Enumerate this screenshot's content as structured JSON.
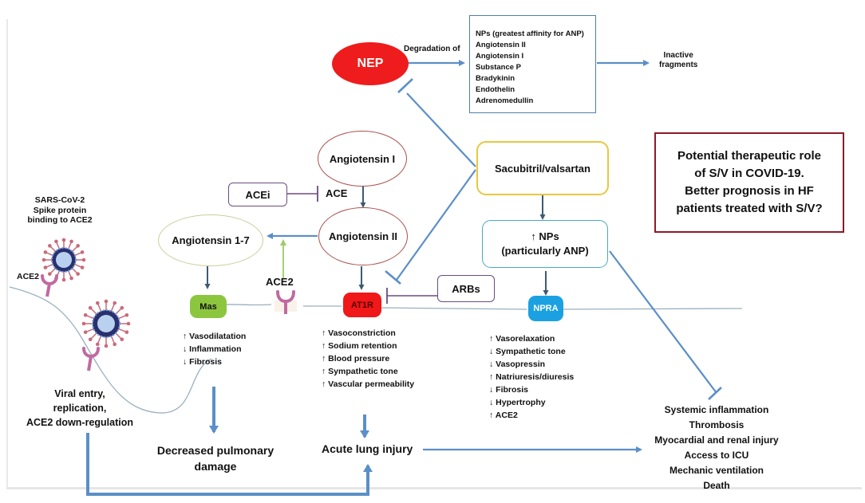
{
  "nep": {
    "label": "NEP",
    "action": "Degradation of",
    "substrates": [
      "NPs (greatest affinity for ANP)",
      "Angiotensin II",
      "Angiotensin I",
      "Substance P",
      "Bradykinin",
      "Endothelin",
      "Adrenomedullin"
    ],
    "product": [
      "Inactive",
      "fragments"
    ]
  },
  "raas": {
    "angiotensin_1": "Angiotensin I",
    "angiotensin_2": "Angiotensin II",
    "angiotensin_1_7": "Angiotensin 1-7",
    "ace": "ACE",
    "acei": "ACEi",
    "ace2": "ACE2",
    "arbs": "ARBs"
  },
  "drug": {
    "label": "Sacubitril/valsartan",
    "nps_line1": "↑ NPs",
    "nps_line2": "(particularly ANP)"
  },
  "receptors": {
    "mas": "Mas",
    "at1r": "AT1R",
    "npra": "NPRA"
  },
  "effects": {
    "mas": [
      "↑ Vasodilatation",
      "↓ Inflammation",
      "↓ Fibrosis"
    ],
    "at1r": [
      "↑ Vasoconstriction",
      "↑ Sodium retention",
      "↑ Blood pressure",
      "↑ Sympathetic tone",
      "↑ Vascular permeability"
    ],
    "npra": [
      "↑ Vasorelaxation",
      "↓ Sympathetic tone",
      "↓ Vasopressin",
      "↑ Natriuresis/diuresis",
      "↓ Fibrosis",
      "↓ Hypertrophy",
      "↑ ACE2"
    ]
  },
  "virus": {
    "title": [
      "SARS-CoV-2",
      "Spike protein",
      "binding to ACE2"
    ],
    "receptor_label": "ACE2",
    "entry": [
      "Viral entry,",
      "replication,",
      "ACE2 down-regulation"
    ]
  },
  "outcomes": {
    "decreased": [
      "Decreased pulmonary",
      "damage"
    ],
    "acute": "Acute lung injury",
    "systemic": [
      "Systemic inflammation",
      "Thrombosis",
      "Myocardial and renal injury",
      "Access to ICU",
      "Mechanic ventilation",
      "Death"
    ]
  },
  "callout": [
    "Potential therapeutic role",
    "of S/V in COVID-19.",
    "Better prognosis in HF",
    "patients treated with S/V?"
  ],
  "colors": {
    "arrow_blue": "#5b8fc7",
    "nep_red": "#ee1c1c",
    "at1r_red": "#f01818",
    "mas_green": "#8cc63f",
    "npra_blue": "#1ba1e2",
    "inhibitor_purple": "#6b4b7e",
    "callout_border": "#8b1a2a",
    "sv_border": "#e8c840",
    "nps_border": "#4aa8c0",
    "membrane": "#9ab0bf"
  }
}
